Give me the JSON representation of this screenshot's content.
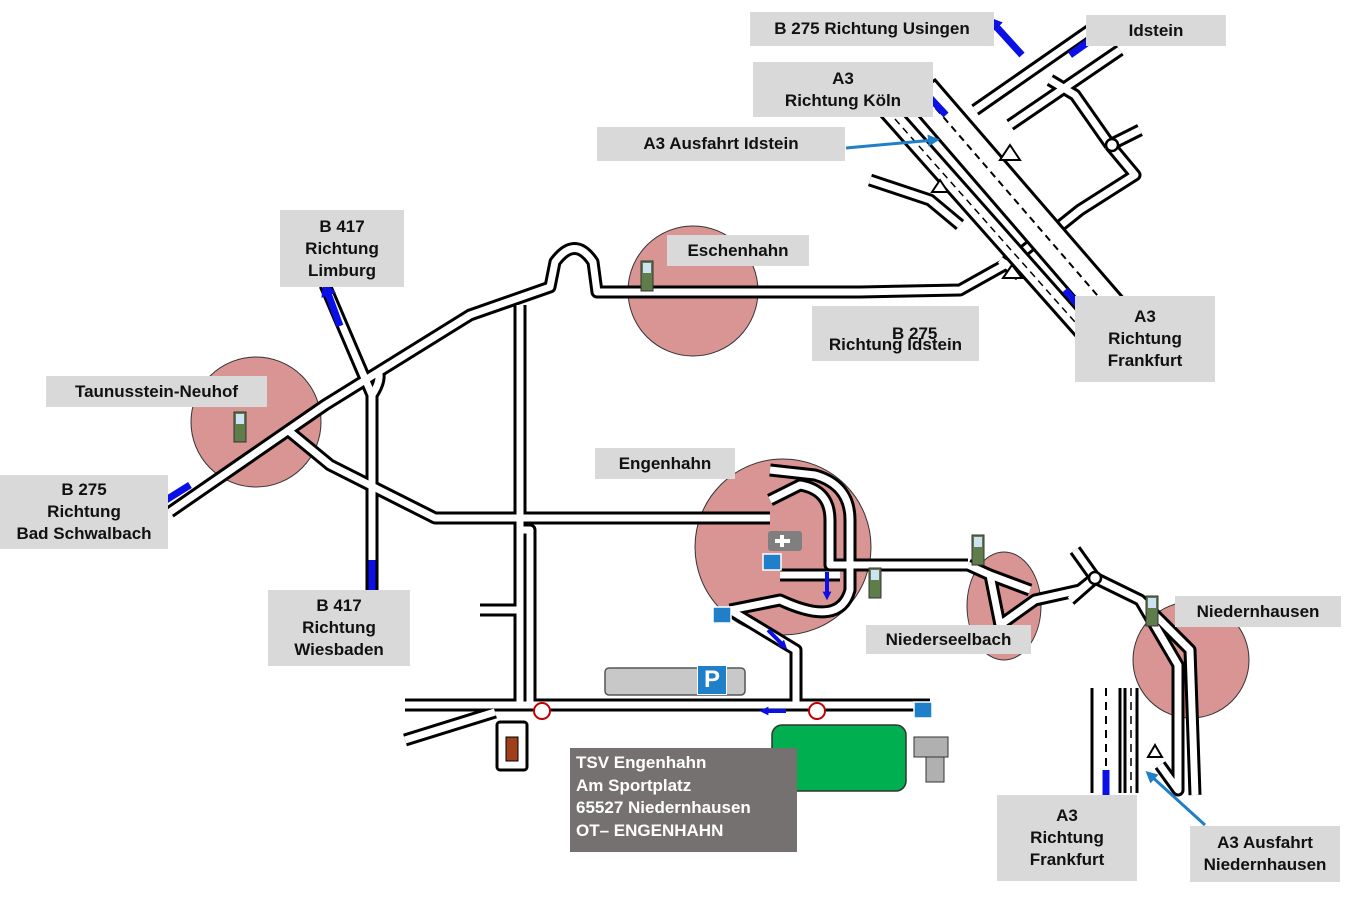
{
  "labels": {
    "b275_usingen": "B 275 Richtung Usingen",
    "idstein": "Idstein",
    "a3_koeln": [
      "A3",
      "Richtung Köln"
    ],
    "a3_ausfahrt_idstein": "A3 Ausfahrt Idstein",
    "b417_limburg": [
      "B 417",
      "Richtung",
      "Limburg"
    ],
    "eschenhahn": "Eschenhahn",
    "b275_idstein": [
      "B 275",
      "Richtung Idstein"
    ],
    "a3_frankfurt_top": [
      "A3",
      "Richtung",
      "Frankfurt"
    ],
    "taunusstein_neuhof": "Taunusstein-Neuhof",
    "b275_bad_schwalbach": [
      "B 275",
      "Richtung",
      "Bad Schwalbach"
    ],
    "b417_wiesbaden": [
      "B 417",
      "Richtung",
      "Wiesbaden"
    ],
    "engenhahn": "Engenhahn",
    "niederseelbach": "Niederseelbach",
    "niedernhausen": "Niedernhausen",
    "a3_frankfurt_bottom": [
      "A3",
      "Richtung",
      "Frankfurt"
    ],
    "a3_ausfahrt_niedernhausen": [
      "A3 Ausfahrt",
      "Niedernhausen"
    ]
  },
  "address": [
    "TSV Engenhahn",
    "Am Sportplatz",
    "65527 Niedernhausen",
    "OT– ENGENHAHN"
  ],
  "parking_symbol": "P",
  "colors": {
    "town_circle": "#d99594",
    "arrow": "#0a10e6",
    "pointer_arrow": "#1f7fc8",
    "label_bg": "#d9d9d9",
    "address_bg": "#767171",
    "sports_field": "#00b050"
  },
  "icons": [
    "town-sign-icon",
    "parking-icon",
    "sports-field-icon",
    "church-icon",
    "roundabout-icon"
  ]
}
